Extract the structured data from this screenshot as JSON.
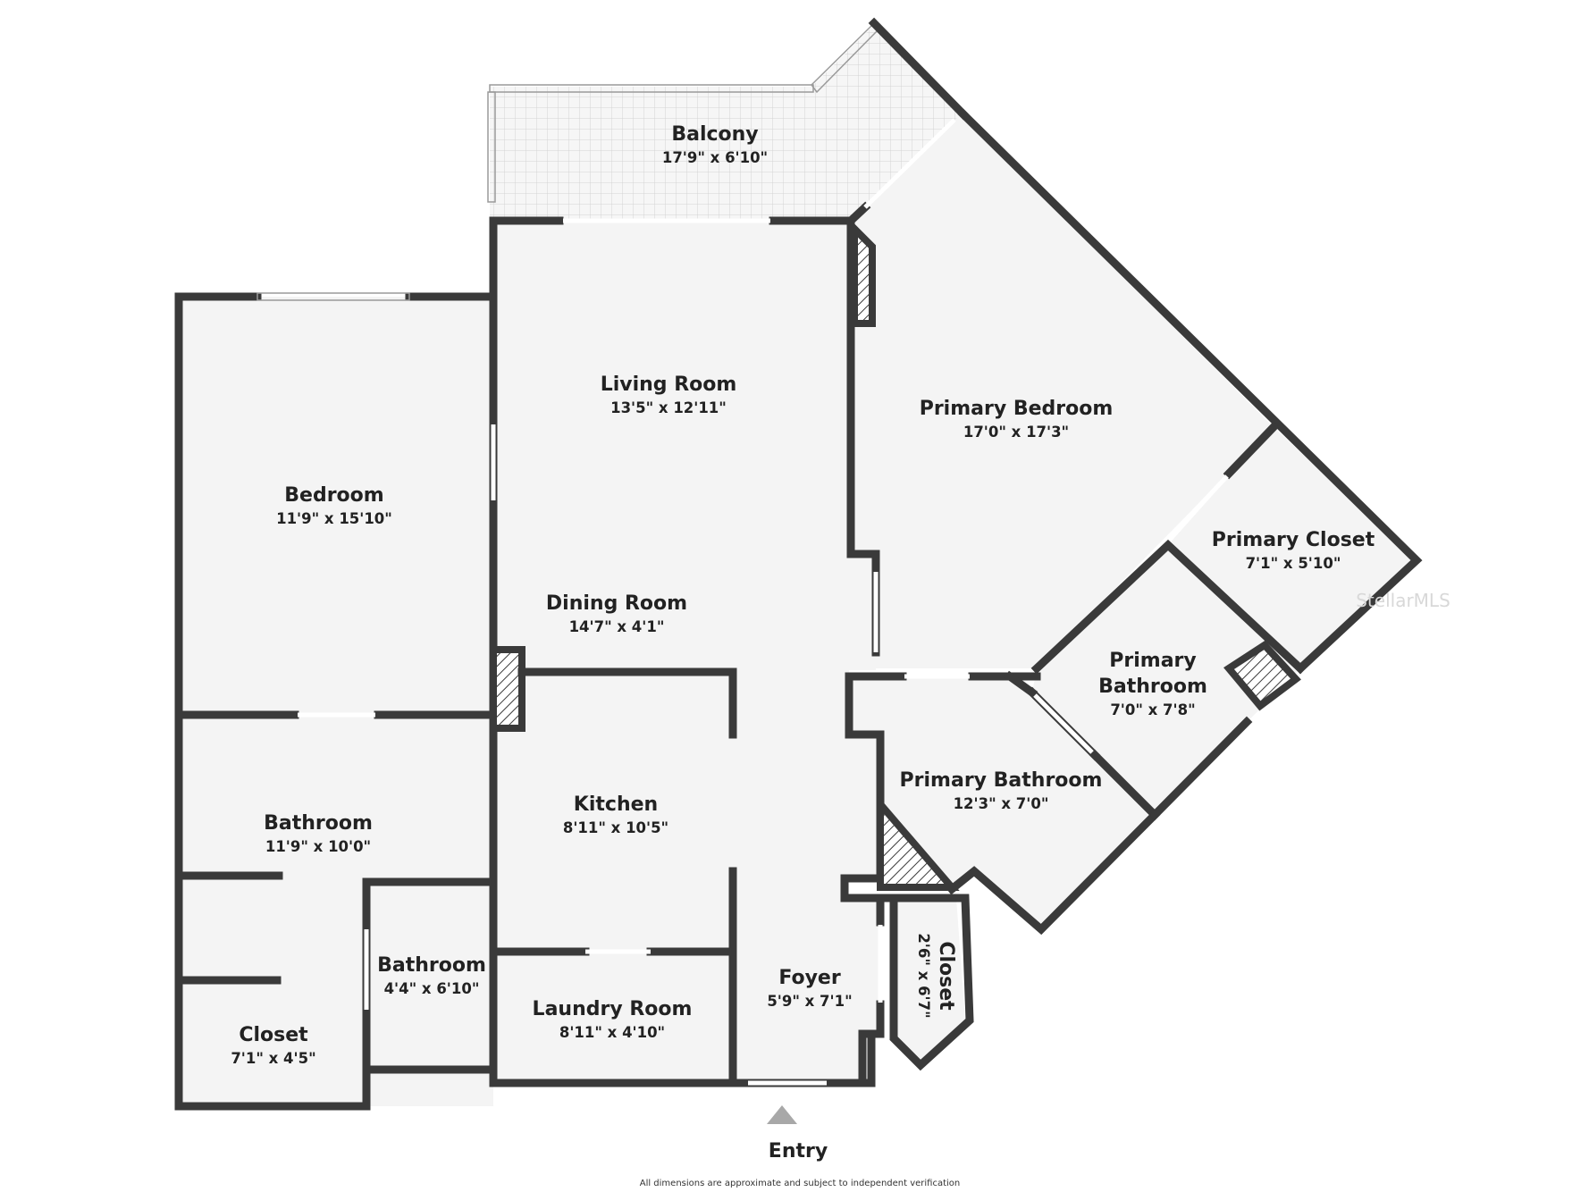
{
  "colors": {
    "wall": "#3a3a3a",
    "floor": "#f4f4f4",
    "balcony_tile": "#dcdcdc",
    "text": "#222222",
    "entry_marker": "#a8a8a8"
  },
  "rooms": {
    "balcony": {
      "name": "Balcony",
      "dims": "17'9\" x 6'10\""
    },
    "living_room": {
      "name": "Living Room",
      "dims": "13'5\" x 12'11\""
    },
    "primary_bedroom": {
      "name": "Primary Bedroom",
      "dims": "17'0\" x 17'3\""
    },
    "bedroom": {
      "name": "Bedroom",
      "dims": "11'9\" x 15'10\""
    },
    "dining_room": {
      "name": "Dining Room",
      "dims": "14'7\" x 4'1\""
    },
    "primary_closet": {
      "name": "Primary Closet",
      "dims": "7'1\" x 5'10\""
    },
    "primary_bathroom_small": {
      "name_line1": "Primary",
      "name_line2": "Bathroom",
      "dims": "7'0\" x 7'8\""
    },
    "primary_bathroom": {
      "name": "Primary Bathroom",
      "dims": "12'3\" x 7'0\""
    },
    "kitchen": {
      "name": "Kitchen",
      "dims": "8'11\" x 10'5\""
    },
    "bathroom_large": {
      "name": "Bathroom",
      "dims": "11'9\" x 10'0\""
    },
    "bathroom_small": {
      "name": "Bathroom",
      "dims": "4'4\" x 6'10\""
    },
    "closet_left": {
      "name": "Closet",
      "dims": "7'1\" x 4'5\""
    },
    "laundry_room": {
      "name": "Laundry Room",
      "dims": "8'11\" x 4'10\""
    },
    "foyer": {
      "name": "Foyer",
      "dims": "5'9\" x 7'1\""
    },
    "closet_foyer": {
      "name": "Closet",
      "dims": "2'6\" x 6'7\""
    }
  },
  "entry": {
    "label": "Entry"
  },
  "footer": {
    "note": "All dimensions are approximate and subject to independent verification"
  },
  "watermark": {
    "text": "StellarMLS"
  }
}
